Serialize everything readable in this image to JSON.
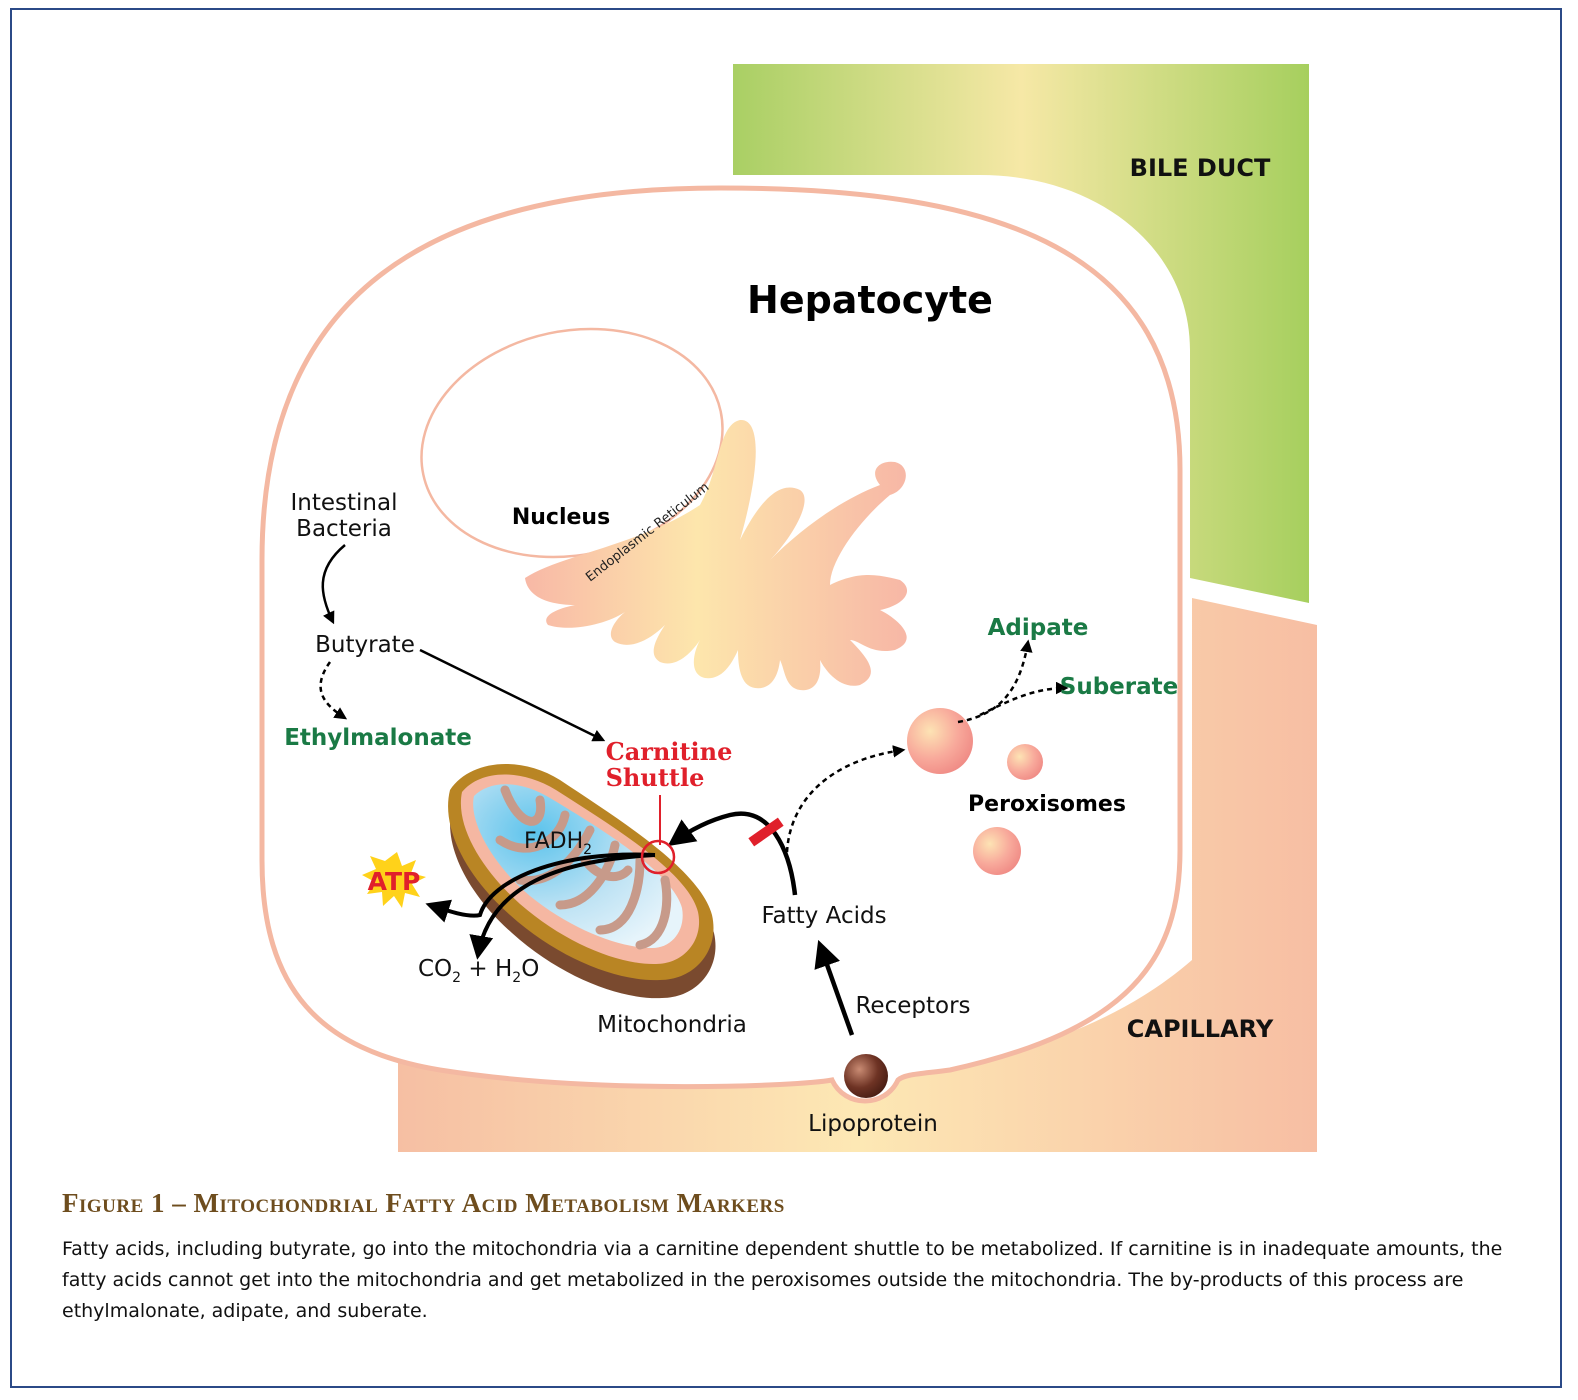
{
  "regions": {
    "bile_duct": "BILE DUCT",
    "capillary": "CAPILLARY",
    "cell": "Hepatocyte"
  },
  "organelles": {
    "nucleus": "Nucleus",
    "endoplasmic_reticulum": "Endoplasmic Reticulum",
    "mitochondria": "Mitochondria",
    "peroxisomes": "Peroxisomes"
  },
  "pathway": {
    "intestinal_bacteria_line1": "Intestinal",
    "intestinal_bacteria_line2": "Bacteria",
    "butyrate": "Butyrate",
    "ethylmalonate": "Ethylmalonate",
    "carnitine_line1": "Carnitine",
    "carnitine_line2": "Shuttle",
    "fadh2": "FADH",
    "fadh2_sub": "2",
    "atp": "ATP",
    "co2_h2o": {
      "co": "CO",
      "sub1": "2",
      "mid": " + H",
      "sub2": "2",
      "end": "O"
    },
    "fatty_acids": "Fatty Acids",
    "receptors": "Receptors",
    "lipoprotein": "Lipoprotein",
    "adipate": "Adipate",
    "suberate": "Suberate"
  },
  "colors": {
    "green_label": "#1a7a45",
    "red_label": "#e0202b",
    "membrane": "#f4b8a2",
    "frame": "#2b4a87",
    "caption_title": "#6e4d1e"
  },
  "caption": {
    "title": "Figure 1 – Mitochondrial Fatty Acid Metabolism Markers",
    "body": "Fatty acids, including butyrate, go into the mitochondria via a carnitine dependent shuttle to be metabolized. If carnitine is in inadequate amounts, the fatty acids cannot get into the mitochondria and get metabolized in the peroxisomes outside the mitochondria. The by-products of this process are ethylmalonate, adipate, and suberate."
  }
}
